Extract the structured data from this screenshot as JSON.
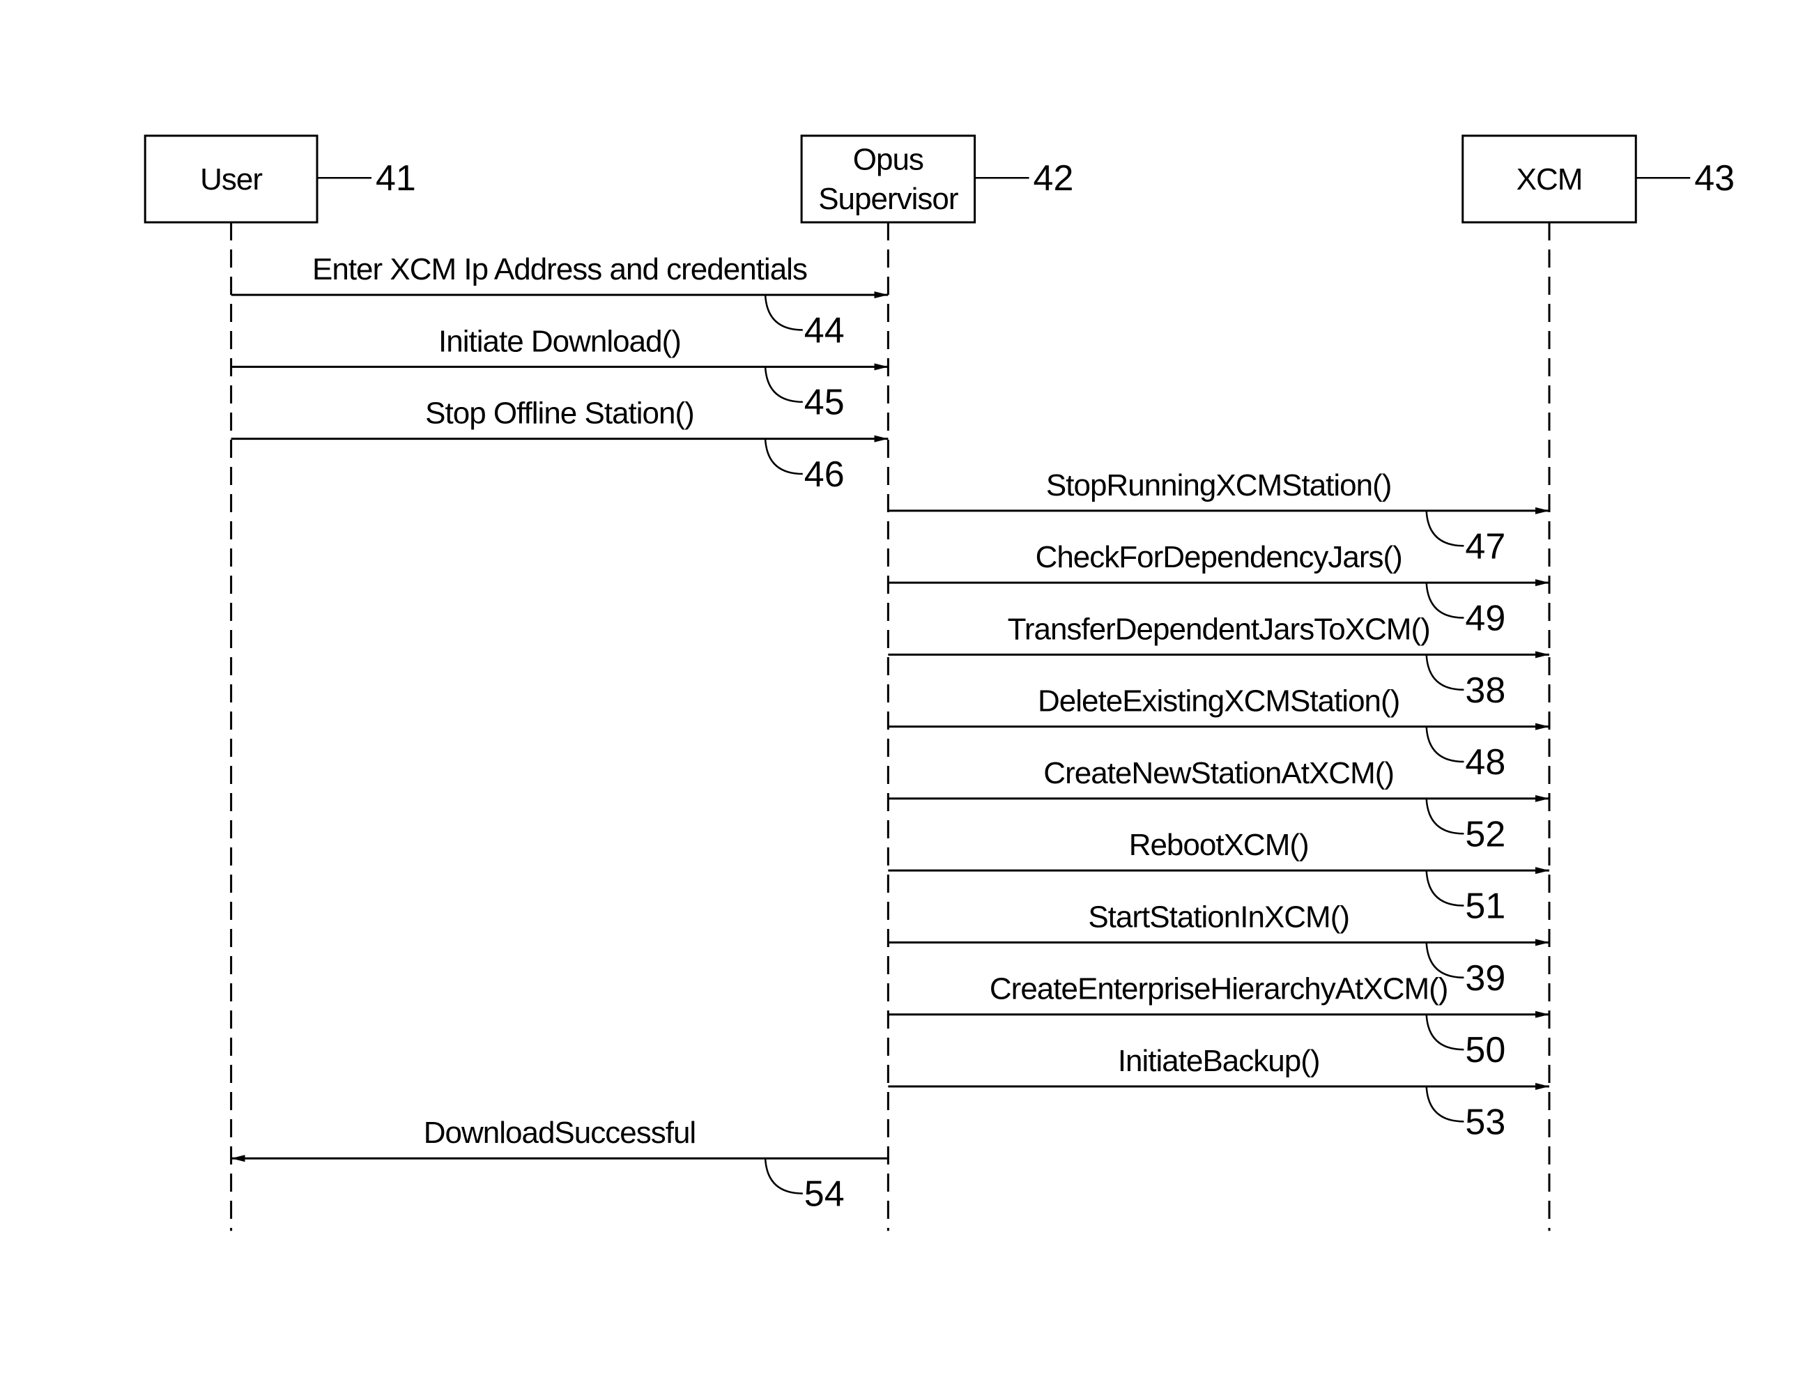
{
  "participants": [
    {
      "key": "user",
      "lines": [
        "User"
      ],
      "ref": "41"
    },
    {
      "key": "opus",
      "lines": [
        "Opus",
        "Supervisor"
      ],
      "ref": "42"
    },
    {
      "key": "xcm",
      "lines": [
        "XCM"
      ],
      "ref": "43"
    }
  ],
  "messages": [
    {
      "from": "user",
      "to": "opus",
      "label": "Enter XCM Ip Address and credentials",
      "ref": "44"
    },
    {
      "from": "user",
      "to": "opus",
      "label": "Initiate Download()",
      "ref": "45"
    },
    {
      "from": "user",
      "to": "opus",
      "label": "Stop Offline Station()",
      "ref": "46"
    },
    {
      "from": "opus",
      "to": "xcm",
      "label": "StopRunningXCMStation()",
      "ref": "47"
    },
    {
      "from": "opus",
      "to": "xcm",
      "label": "CheckForDependencyJars()",
      "ref": "49"
    },
    {
      "from": "opus",
      "to": "xcm",
      "label": "TransferDependentJarsToXCM()",
      "ref": "38"
    },
    {
      "from": "opus",
      "to": "xcm",
      "label": "DeleteExistingXCMStation()",
      "ref": "48"
    },
    {
      "from": "opus",
      "to": "xcm",
      "label": "CreateNewStationAtXCM()",
      "ref": "52"
    },
    {
      "from": "opus",
      "to": "xcm",
      "label": "RebootXCM()",
      "ref": "51"
    },
    {
      "from": "opus",
      "to": "xcm",
      "label": "StartStationInXCM()",
      "ref": "39"
    },
    {
      "from": "opus",
      "to": "xcm",
      "label": "CreateEnterpriseHierarchyAtXCM()",
      "ref": "50"
    },
    {
      "from": "opus",
      "to": "xcm",
      "label": "InitiateBackup()",
      "ref": "53"
    },
    {
      "from": "opus",
      "to": "user",
      "label": "DownloadSuccessful",
      "ref": "54"
    }
  ]
}
